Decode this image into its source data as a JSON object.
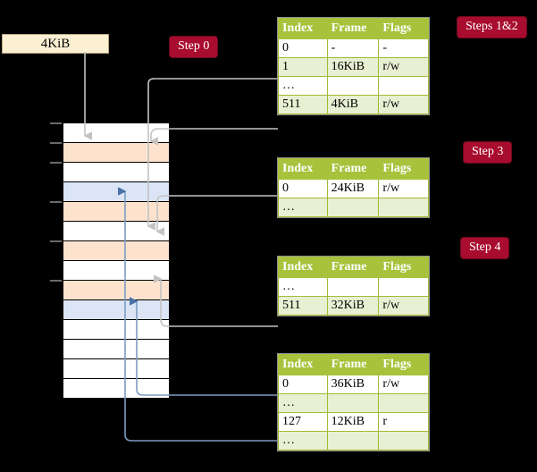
{
  "diagram": {
    "title_boxes": {
      "source_box_label": "4KiB"
    },
    "badges": [
      {
        "id": "step0",
        "label": "Step 0"
      },
      {
        "id": "steps12",
        "label": "Steps 1&2"
      },
      {
        "id": "step3",
        "label": "Step 3"
      },
      {
        "id": "step4",
        "label": "Step 4"
      }
    ],
    "columns": [
      "Index",
      "Frame",
      "Flags"
    ],
    "tables": [
      {
        "id": "table-1",
        "rows": [
          {
            "index": "0",
            "frame": "-",
            "flags": "-",
            "alt": false,
            "highlight": false
          },
          {
            "index": "1",
            "frame": "16KiB",
            "flags": "r/w",
            "alt": true,
            "highlight": false
          },
          {
            "index": "…",
            "frame": "",
            "flags": "",
            "alt": false,
            "highlight": false
          },
          {
            "index": "511",
            "frame": "4KiB",
            "flags": "r/w",
            "alt": true,
            "highlight": true
          }
        ]
      },
      {
        "id": "table-2",
        "rows": [
          {
            "index": "0",
            "frame": "24KiB",
            "flags": "r/w",
            "alt": false,
            "highlight": false
          },
          {
            "index": "…",
            "frame": "",
            "flags": "",
            "alt": true,
            "highlight": false
          }
        ]
      },
      {
        "id": "table-3",
        "rows": [
          {
            "index": "…",
            "frame": "",
            "flags": "",
            "alt": false,
            "highlight": false
          },
          {
            "index": "511",
            "frame": "32KiB",
            "flags": "r/w",
            "alt": true,
            "highlight": false
          }
        ]
      },
      {
        "id": "table-4",
        "rows": [
          {
            "index": "0",
            "frame": "36KiB",
            "flags": "r/w",
            "alt": false,
            "highlight": false
          },
          {
            "index": "…",
            "frame": "",
            "flags": "",
            "alt": true,
            "highlight": false
          },
          {
            "index": "127",
            "frame": "12KiB",
            "flags": "r",
            "alt": false,
            "highlight": false
          },
          {
            "index": "…",
            "frame": "",
            "flags": "",
            "alt": true,
            "highlight": false
          }
        ]
      }
    ],
    "memory_rows": [
      {
        "fill": "white",
        "tick": true
      },
      {
        "fill": "orange",
        "tick": true
      },
      {
        "fill": "white",
        "tick": true
      },
      {
        "fill": "blue",
        "tick": false
      },
      {
        "fill": "orange",
        "tick": true
      },
      {
        "fill": "white",
        "tick": false
      },
      {
        "fill": "orange",
        "tick": true
      },
      {
        "fill": "white",
        "tick": false
      },
      {
        "fill": "orange",
        "tick": true
      },
      {
        "fill": "blue",
        "tick": false
      },
      {
        "fill": "white",
        "tick": false
      },
      {
        "fill": "white",
        "tick": false
      },
      {
        "fill": "white",
        "tick": false
      },
      {
        "fill": "white",
        "tick": false
      }
    ],
    "colors": {
      "badge_background": "#a80c2e",
      "badge_text": "#ffffff",
      "table_header": "#a8c23c",
      "table_alt_row": "#e8efd2",
      "table_highlight": "#faf6a8",
      "memory_orange": "#fde3ce",
      "memory_blue": "#dbe5f5",
      "source_box": "#fcf0d3",
      "gray_wire": "#bfbfbf",
      "blue_wire": "#7d9bc1",
      "background": "#000000"
    }
  }
}
